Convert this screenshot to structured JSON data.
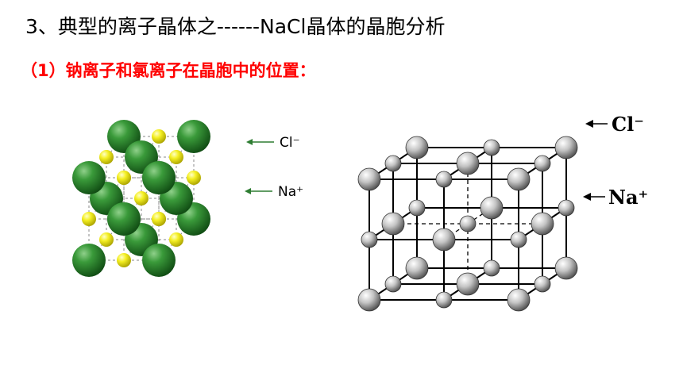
{
  "slide": {
    "title": "3、典型的离子晶体之------NaCl晶体的晶胞分析",
    "subtitle": "（1）钠离子和氯离子在晶胞中的位置："
  },
  "left_model": {
    "label_cl": "Cl⁻",
    "label_na": "Na⁺",
    "colors": {
      "cl": "#2e7d32",
      "na": "#f2f01a",
      "arrow": "#2e7d32"
    }
  },
  "right_model": {
    "label_cl": "Cl⁻",
    "label_na": "Na⁺",
    "colors": {
      "sphere": "#b0b0b0",
      "line": "#000000"
    }
  }
}
